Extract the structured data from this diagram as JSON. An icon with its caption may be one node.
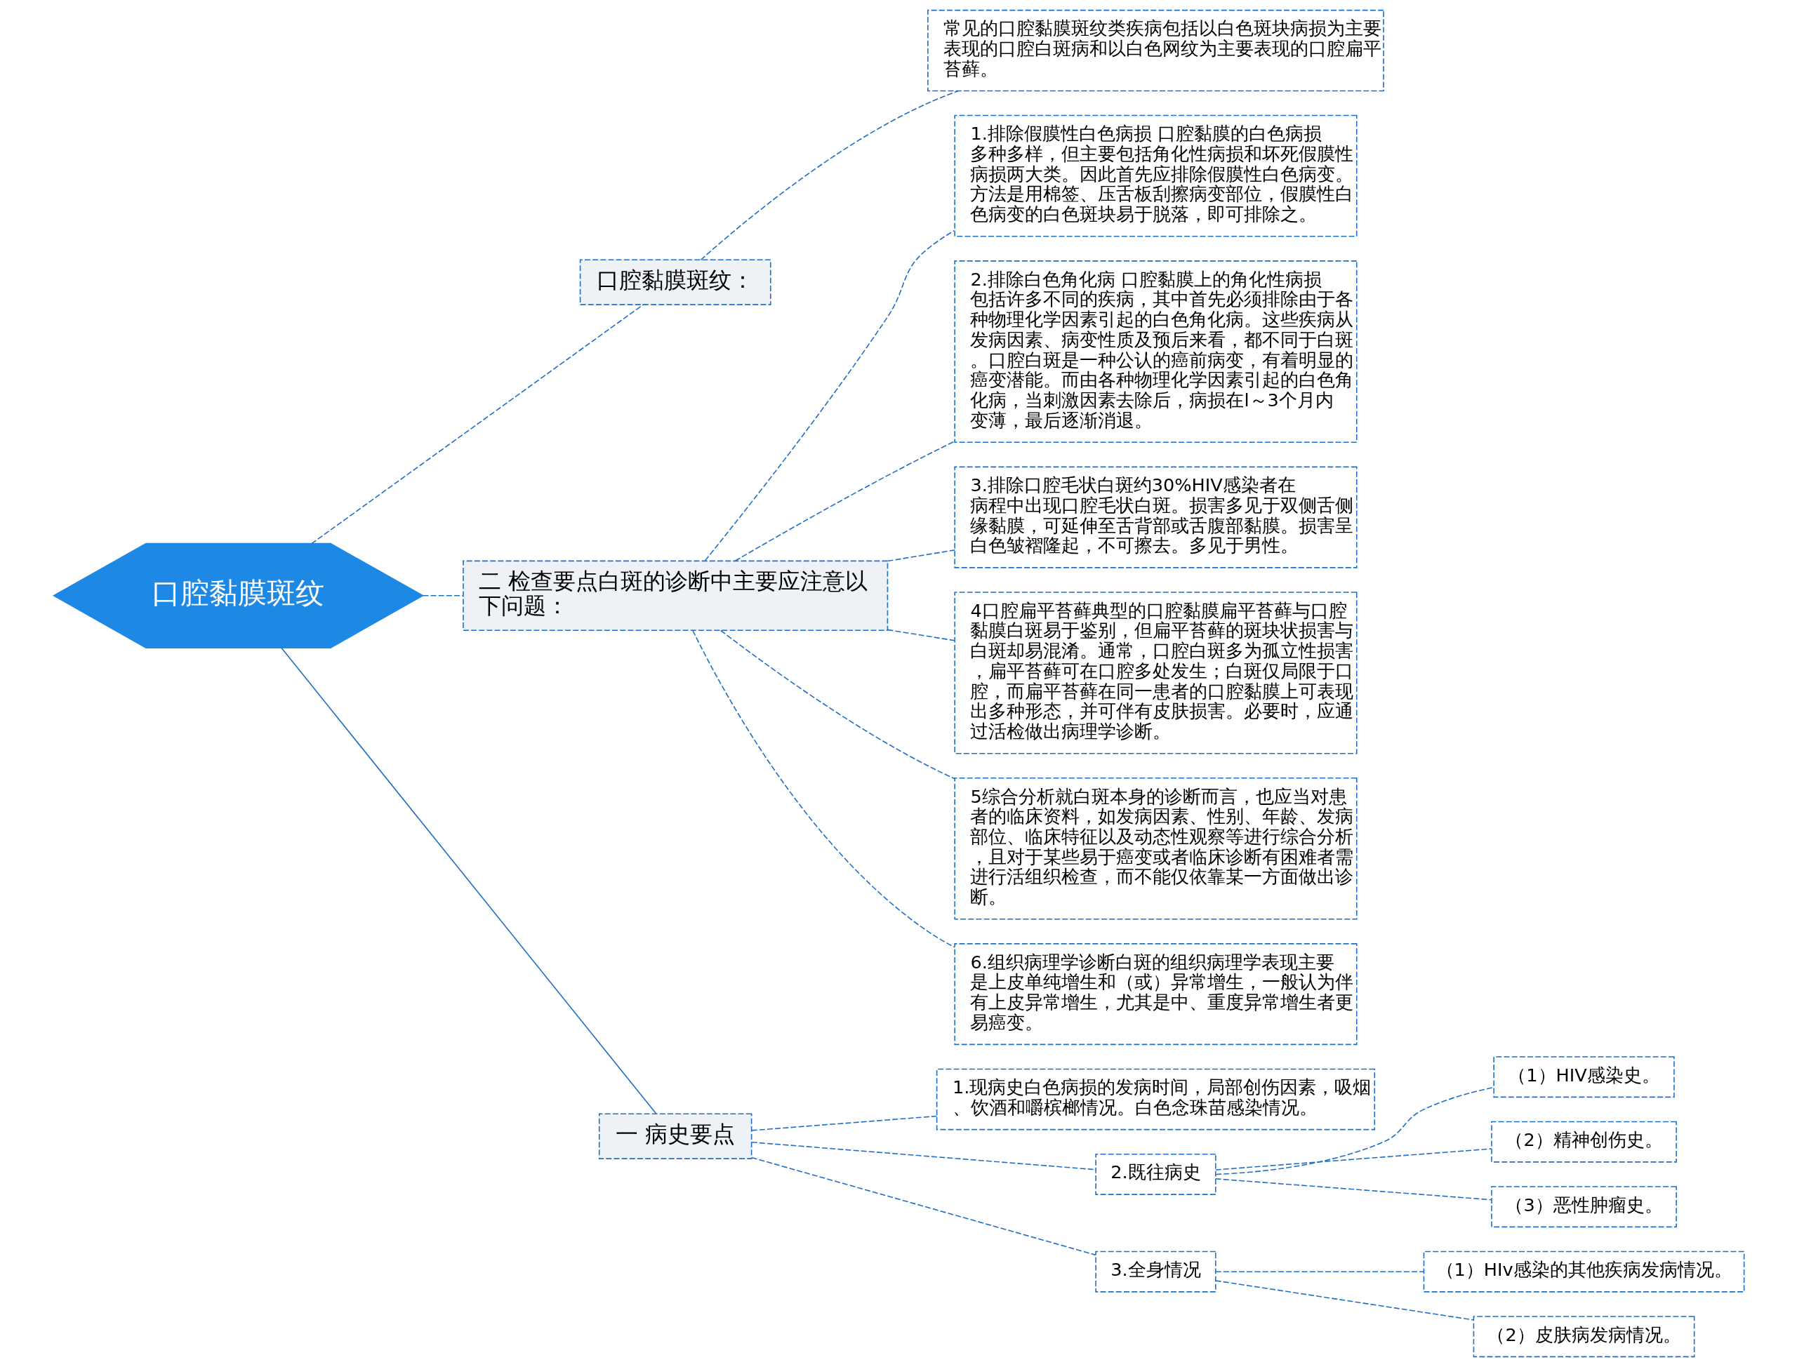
{
  "diagram": {
    "nodes": [
      {
        "text": [
          "口腔黏膜斑纹"
        ]
      },
      {
        "text": [
          "口腔黏膜斑纹："
        ]
      },
      {
        "text": [
          "常见的口腔黏膜斑纹类疾病包括以白色斑块病损为主要表现的口腔白斑病和以白色网纹为主要表现的口腔扁平苔藓。"
        ]
      },
      {
        "text": [
          "二 检查要点白斑的诊断中主要应注意以下问题："
        ]
      },
      {
        "text": [
          "1.排除假膜性白色病损 口腔黏膜的白色病损多种多样，但主要包括角化性病损和坏死假膜性病损两大类。因此首先应排除假膜性白色病变。方法是用棉签、压舌板刮擦病变部位，假膜性白色病变的白色斑块易于脱落，即可排除之。"
        ]
      },
      {
        "text": [
          "2.排除白色角化病 口腔黏膜上的角化性病损包括许多不同的疾病，其中首先必须排除由于各种物理化学因素引起的白色角化病。这些疾病从发病因素、病变性质及预后来看，都不同于白斑。口腔白斑是一种公认的癌前病变，有着明显的癌变潜能。而由各种物理化学因素引起的白色角化病，当刺激因素去除后，病损在l～3个月内变薄，最后逐渐消退。"
        ]
      },
      {
        "text": [
          "3.排除口腔毛状白斑约30%HIV感染者在病程中出现口腔毛状白斑。损害多见于双侧舌侧缘黏膜，可延伸至舌背部或舌腹部黏膜。损害呈白色皱褶隆起，不可擦去。多见于男性。"
        ]
      },
      {
        "text": [
          "4口腔扁平苔藓典型的口腔黏膜扁平苔藓与口腔黏膜白斑易于鉴别，但扁平苔藓的斑块状损害与白斑却易混淆。通常，口腔白斑多为孤立性损害，扁平苔藓可在口腔多处发生；白斑仅局限于口腔，而扁平苔藓在同一患者的口腔黏膜上可表现出多种形态，并可伴有皮肤损害。必要时，应通过活检做出病理学诊断。"
        ]
      },
      {
        "text": [
          "5综合分析就白斑本身的诊断而言，也应当对患者的临床资料，如发病因素、性别、年龄、发病部位、临床特征以及动态性观察等进行综合分析，且对于某些易于癌变或者临床诊断有困难者需进行活组织检查，而不能仅依靠某一方面做出诊断。"
        ]
      },
      {
        "text": [
          "6.组织病理学诊断白斑的组织病理学表现主要是上皮单纯增生和（或）异常增生，一般认为伴有上皮异常增生，尤其是中、重度异常增生者更易癌变。"
        ]
      },
      {
        "text": [
          "一 病史要点"
        ]
      },
      {
        "text": [
          "1.现病史白色病损的发病时间，局部创伤因素，吸烟、饮酒和嚼槟榔情况。白色念珠苗感染情况。"
        ]
      },
      {
        "text": [
          "2.既往病史"
        ]
      },
      {
        "text": [
          "（1）HIV感染史。"
        ]
      },
      {
        "text": [
          "（2）精神创伤史。"
        ]
      },
      {
        "text": [
          "（3）恶性肿瘤史。"
        ]
      },
      {
        "text": [
          "3.全身情况"
        ]
      },
      {
        "text": [
          "（1）HIv感染的其他疾病发病情况。"
        ]
      },
      {
        "text": [
          "（2）皮肤病发病情况。"
        ]
      }
    ],
    "edges": [
      {
        "from": 0,
        "to": 1,
        "arrow": "none",
        "style": "dashed"
      },
      {
        "from": 1,
        "to": 2,
        "arrow": "none",
        "style": "dashed"
      },
      {
        "from": 0,
        "to": 3,
        "arrow": "none",
        "style": "dashed"
      },
      {
        "from": 3,
        "to": 4,
        "arrow": "none",
        "style": "dashed"
      },
      {
        "from": 3,
        "to": 5,
        "arrow": "none",
        "style": "dashed"
      },
      {
        "from": 3,
        "to": 6,
        "arrow": "none",
        "style": "dashed"
      },
      {
        "from": 3,
        "to": 7,
        "arrow": "none",
        "style": "dashed"
      },
      {
        "from": 3,
        "to": 8,
        "arrow": "none",
        "style": "dashed"
      },
      {
        "from": 3,
        "to": 9,
        "arrow": "none",
        "style": "dashed"
      },
      {
        "from": 0,
        "to": 10,
        "arrow": "none"
      },
      {
        "from": 10,
        "to": 11,
        "arrow": "none",
        "style": "dashed"
      },
      {
        "from": 10,
        "to": 12,
        "arrow": "none",
        "style": "dashed"
      },
      {
        "from": 12,
        "to": 13,
        "arrow": "none",
        "style": "dashed"
      },
      {
        "from": 12,
        "to": 14,
        "arrow": "none",
        "style": "dashed"
      },
      {
        "from": 12,
        "to": 15,
        "arrow": "none",
        "style": "dashed"
      },
      {
        "from": 10,
        "to": 16,
        "arrow": "none",
        "style": "dashed"
      },
      {
        "from": 16,
        "to": 17,
        "arrow": "none",
        "style": "dashed"
      },
      {
        "from": 16,
        "to": 18,
        "arrow": "none",
        "style": "dashed"
      }
    ]
  }
}
